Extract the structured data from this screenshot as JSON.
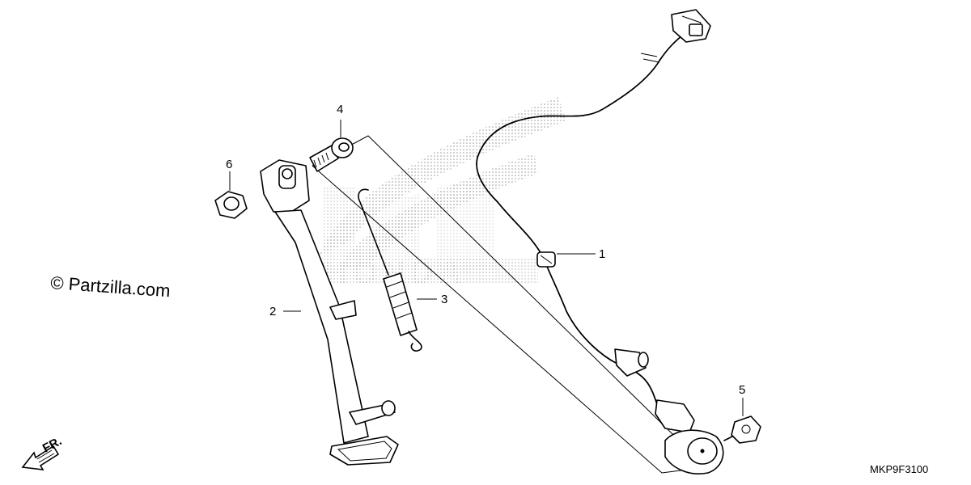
{
  "copyright": "© Partzilla.com",
  "direction_label": "FR.",
  "diagram_code": "MKP9F3100",
  "callouts": [
    {
      "num": "1"
    },
    {
      "num": "2"
    },
    {
      "num": "3"
    },
    {
      "num": "4"
    },
    {
      "num": "5"
    },
    {
      "num": "6"
    }
  ],
  "watermark": "HONDA"
}
